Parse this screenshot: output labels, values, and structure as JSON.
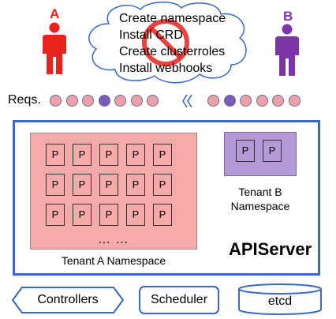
{
  "cloud": {
    "items": [
      "Create namespace",
      "Install CRD",
      "Create clusterroles",
      "Install webhooks"
    ]
  },
  "users": [
    {
      "label": "A",
      "color": "#e8221c"
    },
    {
      "label": "B",
      "color": "#7b35a8"
    }
  ],
  "requests": {
    "label": "Reqs.",
    "left_dots": [
      "pink",
      "pink",
      "pink",
      "purple",
      "pink",
      "pink",
      "pink"
    ],
    "right_dots": [
      "pink",
      "purple",
      "pink",
      "pink",
      "pink",
      "pink"
    ],
    "colors": {
      "pink": "#f2a0a8",
      "purple": "#7a5ab8"
    }
  },
  "apiserver": {
    "title": "APIServer",
    "tenant_a": {
      "label": "Tenant A Namespace",
      "pod_label": "P",
      "ellipsis": "… …"
    },
    "tenant_b": {
      "label_line1": "Tenant B",
      "label_line2": "Namespace",
      "pod_label": "P"
    }
  },
  "components": {
    "controllers": "Controllers",
    "scheduler": "Scheduler",
    "etcd": "etcd"
  },
  "colors": {
    "accent": "#3a68c8"
  }
}
